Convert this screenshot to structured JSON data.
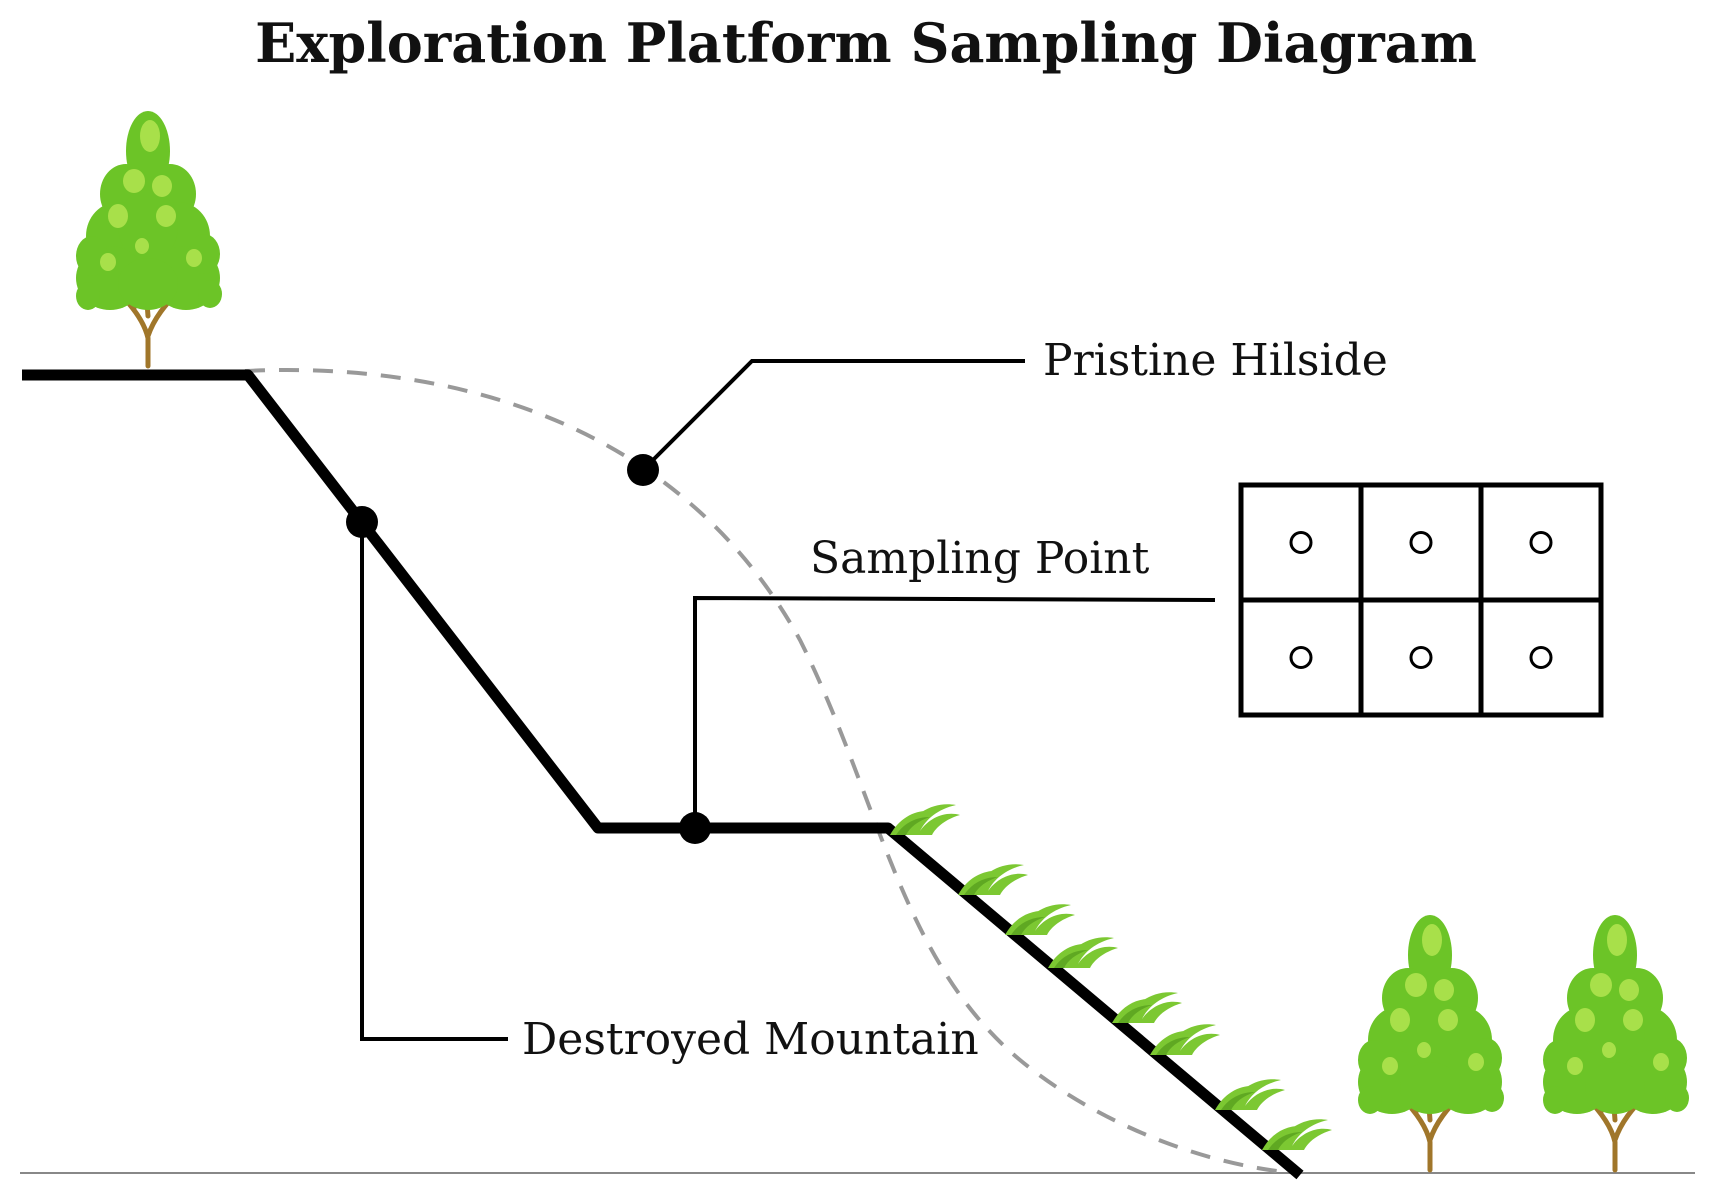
{
  "diagram": {
    "title": "Exploration Platform Sampling Diagram",
    "labels": {
      "pristine_hillside": "Pristine Hilside",
      "sampling_point": "Sampling Point",
      "destroyed_mountain": "Destroyed Mountain"
    },
    "sampling_grid": {
      "rows": 2,
      "cols": 3
    },
    "colors": {
      "terrain_line": "#000000",
      "pristine_dashed": "#999999",
      "leader_line": "#000000",
      "tree_foliage": "#6cc427",
      "tree_highlight": "#a8e04a",
      "tree_trunk": "#a0762a",
      "grass": "#7cc832",
      "ground": "#888888"
    },
    "icons": [
      "tree-icon",
      "grass-icon",
      "sampling-point-marker"
    ]
  }
}
